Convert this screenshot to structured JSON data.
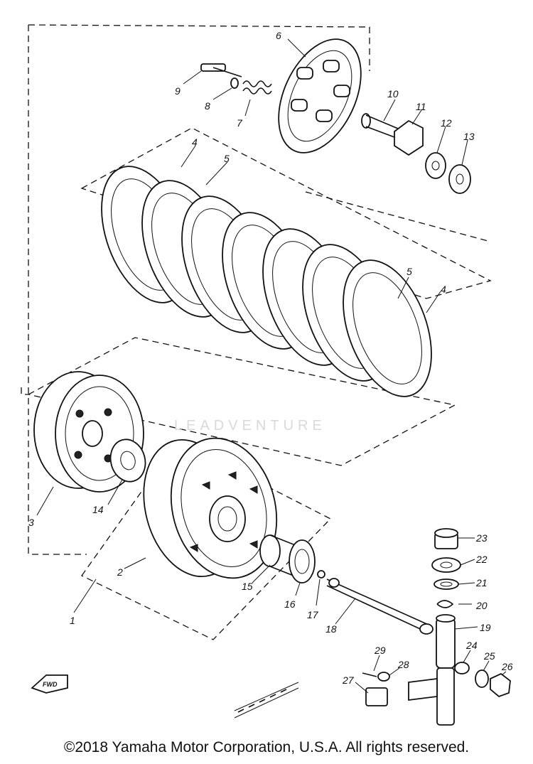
{
  "diagram": {
    "watermark": "LEADVENTURE",
    "fwd_tag": "FWD",
    "callouts": [
      "1",
      "2",
      "3",
      "4",
      "4",
      "5",
      "5",
      "6",
      "7",
      "8",
      "9",
      "10",
      "11",
      "12",
      "13",
      "14",
      "15",
      "16",
      "17",
      "18",
      "19",
      "20",
      "21",
      "22",
      "23",
      "24",
      "25",
      "26",
      "27",
      "28",
      "29"
    ]
  },
  "footer": {
    "copyright": "©2018 Yamaha Motor Corporation, U.S.A. All rights reserved."
  }
}
